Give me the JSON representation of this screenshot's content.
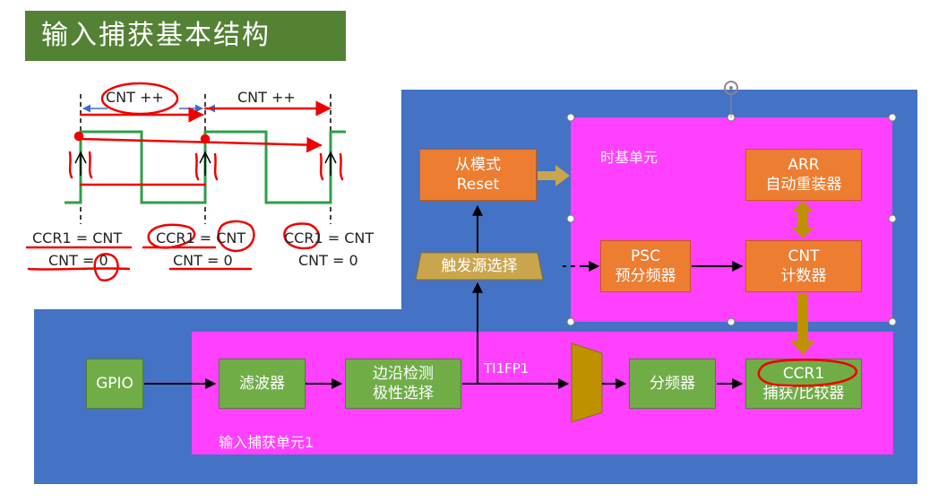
{
  "title": "输入捕获基本结构",
  "timing": {
    "cnt_pp_1": "CNT ++",
    "cnt_pp_2": "CNT ++",
    "eq1_line1": "CCR1 = CNT",
    "eq1_line2": "CNT = 0",
    "eq2_line1": "CCR1 = CNT",
    "eq2_line2": "CNT = 0",
    "eq3_line1": "CCR1 = CNT",
    "eq3_line2": "CNT = 0"
  },
  "diagram": {
    "timebase_label": "时基单元",
    "input_capture_label": "输入捕获单元1",
    "slave_mode": {
      "line1": "从模式",
      "line2": "Reset"
    },
    "trigger_select": "触发源选择",
    "arr": {
      "line1": "ARR",
      "line2": "自动重装器"
    },
    "psc": {
      "line1": "PSC",
      "line2": "预分频器"
    },
    "cnt": {
      "line1": "CNT",
      "line2": "计数器"
    },
    "gpio": "GPIO",
    "filter": "滤波器",
    "edge": {
      "line1": "边沿检测",
      "line2": "极性选择"
    },
    "ti1fp1": "TI1FP1",
    "divider": "分频器",
    "ccr1": {
      "line1": "CCR1",
      "line2": "捕获/比较器"
    }
  },
  "colors": {
    "blue_bg": "#4472c4",
    "magenta": "#ff40ff",
    "orange": "#ed7d31",
    "green": "#70ad47",
    "gold": "#bf9000",
    "signal_green": "#2e9e4a",
    "annotation_red": "#ff0000"
  }
}
